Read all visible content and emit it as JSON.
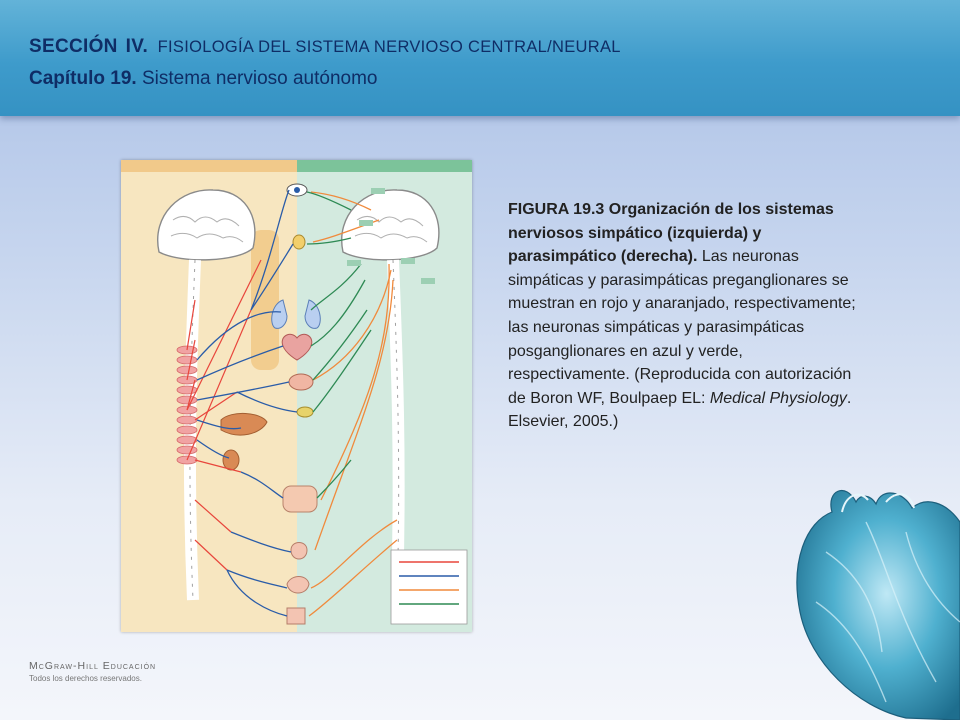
{
  "header": {
    "section_keyword": "SECCIÓN",
    "section_number": "IV.",
    "section_title": "FISIOLOGÍA DEL SISTEMA NERVIOSO CENTRAL/NEURAL",
    "chapter_label": "Capítulo 19.",
    "chapter_title": "Sistema nervioso autónomo"
  },
  "caption": {
    "figure_label": "FIGURA 19.3",
    "bold_text": "Organización de los sistemas nerviosos simpático (izquierda) y parasimpático (derecha).",
    "body_text": "Las neuronas simpáticas y parasimpáticas preganglionares se muestran en rojo y anaranjado, respectivamente; las neuronas simpáticas y parasimpáticas posganglionares en azul y verde, respectivamente. (Reproducida con autorización de Boron WF, Boulpaep EL:",
    "italic_title": "Medical Physiology",
    "tail_text": ". Elsevier, 2005.)"
  },
  "footer": {
    "publisher": "McGraw-Hill Educación",
    "rights": "Todos los derechos reservados."
  },
  "colors": {
    "header_blue": "#3e9bcb",
    "title_navy": "#0f2d66",
    "sympathetic_panel": "#f7e6c0",
    "parasympathetic_panel": "#d3eadf",
    "preganglionic_sympathetic": "#e8463c",
    "preganglionic_parasympathetic": "#f08a3c",
    "postganglionic_sympathetic": "#2a5ca8",
    "postganglionic_parasympathetic": "#2e8a54"
  },
  "icons": [
    "brain-icon",
    "spinal-cord-icon",
    "heart-icon",
    "lungs-icon",
    "eye-icon",
    "organ-icon"
  ]
}
